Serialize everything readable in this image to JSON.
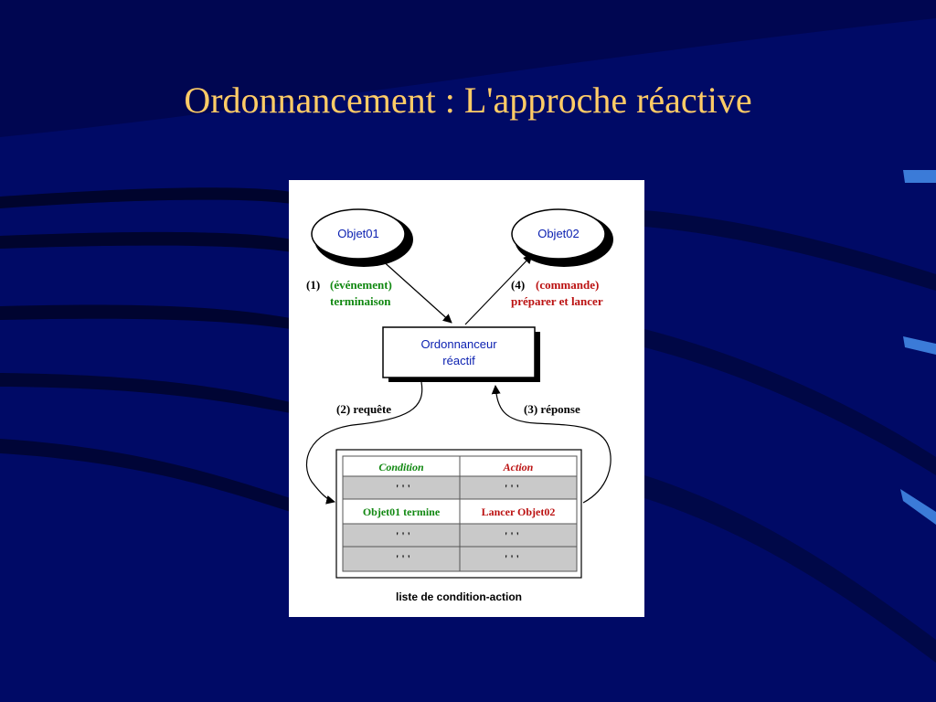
{
  "slide": {
    "title": "Ordonnancement : L'approche réactive"
  },
  "diagram": {
    "objet01": "Objet01",
    "objet02": "Objet02",
    "scheduler": [
      "Ordonnanceur",
      "réactif"
    ],
    "edge1": {
      "num": "(1)",
      "line1": "(événement)",
      "line2": "terminaison"
    },
    "edge4": {
      "num": "(4)",
      "line1": "(commande)",
      "line2": "préparer et lancer"
    },
    "edge2": "(2)  requête",
    "edge3": "(3)  réponse",
    "table": {
      "headers": {
        "condition": "Condition",
        "action": "Action"
      },
      "rows": [
        {
          "condition": "' ' '",
          "action": "' ' '"
        },
        {
          "condition": "Objet01 termine",
          "action": "Lancer Objet02"
        },
        {
          "condition": "' ' '",
          "action": "' ' '"
        },
        {
          "condition": "' ' '",
          "action": "' ' '"
        }
      ],
      "caption": "liste de condition-action"
    }
  },
  "colors": {
    "background": "#000a66",
    "title": "#ffcc66",
    "blue_text": "#0a1fb0",
    "green_text": "#118811",
    "red_text": "#bb1111",
    "cell_gray": "#c9c9c9"
  }
}
